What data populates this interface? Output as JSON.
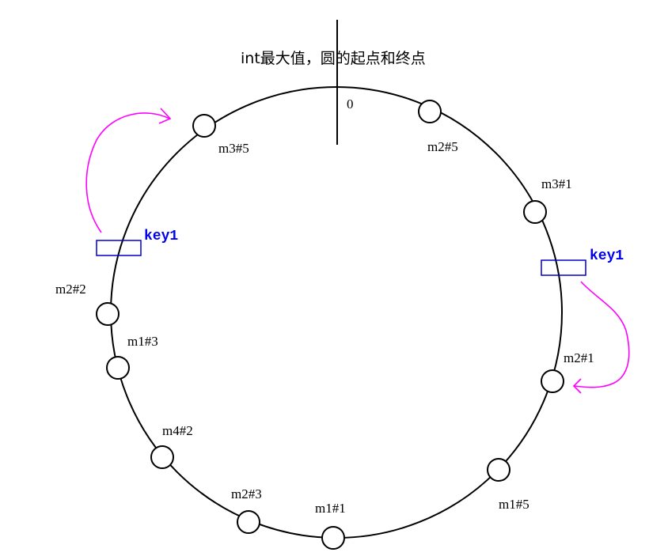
{
  "diagram": {
    "title": "int最大值，圆的起点和终点",
    "zero_label": "0",
    "nodes": [
      {
        "label": "m3#5"
      },
      {
        "label": "m2#5"
      },
      {
        "label": "m3#1"
      },
      {
        "label": "m2#2"
      },
      {
        "label": "m1#3"
      },
      {
        "label": "m2#1"
      },
      {
        "label": "m4#2"
      },
      {
        "label": "m1#5"
      },
      {
        "label": "m2#3"
      },
      {
        "label": "m1#1"
      }
    ],
    "keys": [
      {
        "label": "key1"
      },
      {
        "label": "key1"
      }
    ],
    "colors": {
      "ring": "#000000",
      "key_box": "#0000cc",
      "key_text": "#0000ee",
      "arrow": "#ff00ff"
    }
  }
}
